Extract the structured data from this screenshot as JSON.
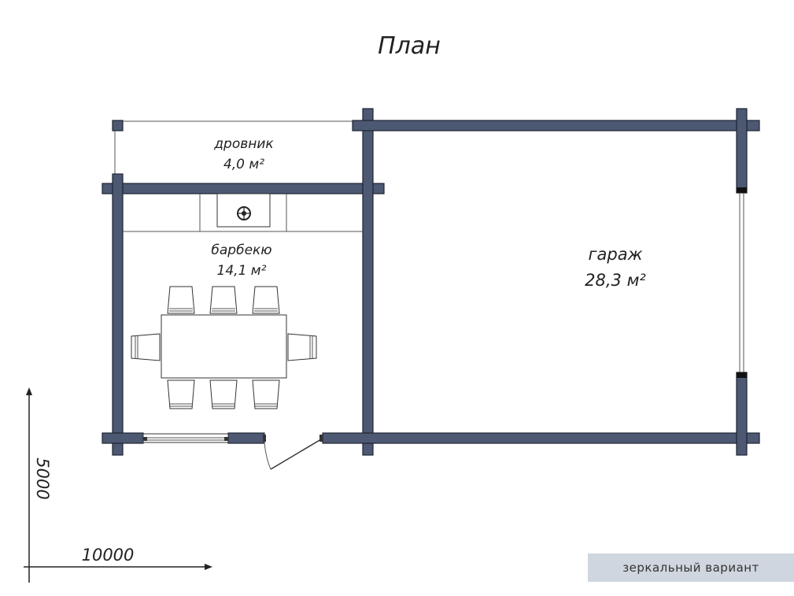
{
  "title": "План",
  "rooms": [
    {
      "name": "дровник",
      "area": "4,0 м²"
    },
    {
      "name": "барбекю",
      "area": "14,1 м²"
    },
    {
      "name": "гараж",
      "area": "28,3 м²"
    }
  ],
  "dimensions": {
    "width_mm": "10000",
    "depth_mm": "5000"
  },
  "variant_label": "зеркальный вариант",
  "colors": {
    "wall": "#4d5872",
    "badge_bg": "#cfd6df"
  }
}
